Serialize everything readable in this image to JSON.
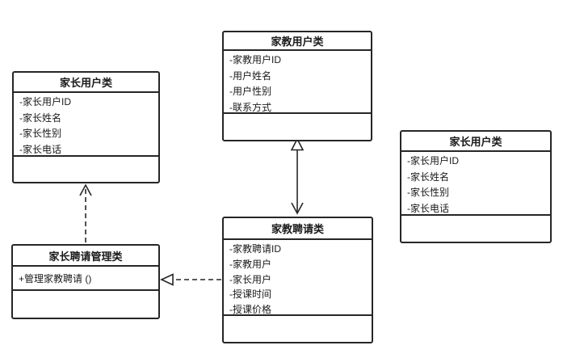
{
  "diagram": {
    "colors": {
      "stroke": "#262626",
      "background": "#ffffff",
      "text": "#1a1a1a"
    },
    "classes": {
      "tutor_user": {
        "title": "家教用户类",
        "members": [
          "-家教用户ID",
          "-用户姓名",
          "-用户性别",
          "-联系方式"
        ]
      },
      "parent_user_left": {
        "title": "家长用户类",
        "members": [
          "-家长用户ID",
          "-家长姓名",
          "-家长性别",
          "-家长电话"
        ]
      },
      "parent_user_right": {
        "title": "家长用户类",
        "members": [
          "-家长用户ID",
          "-家长姓名",
          "-家长性别",
          "-家长电话"
        ]
      },
      "hire_manager": {
        "title": "家长聘请管理类",
        "members": [
          "+管理家教聘请 ()"
        ]
      },
      "tutor_hire": {
        "title": "家教聘请类",
        "members": [
          "-家教聘请ID",
          "-家教用户",
          "-家长用户",
          "-授课时间",
          "-授课价格"
        ]
      }
    },
    "relationships": [
      {
        "from": "家教聘请类",
        "to": "家教用户类",
        "line": "solid",
        "to_arrow": "hollow-triangle",
        "from_arrow": "open-arrow"
      },
      {
        "from": "家长聘请管理类",
        "to": "家长用户类",
        "line": "dashed",
        "to_arrow": "open-arrow",
        "from_arrow": "none"
      },
      {
        "from": "家教聘请类",
        "to": "家长聘请管理类",
        "line": "dashed",
        "to_arrow": "hollow-triangle",
        "from_arrow": "none"
      }
    ]
  }
}
